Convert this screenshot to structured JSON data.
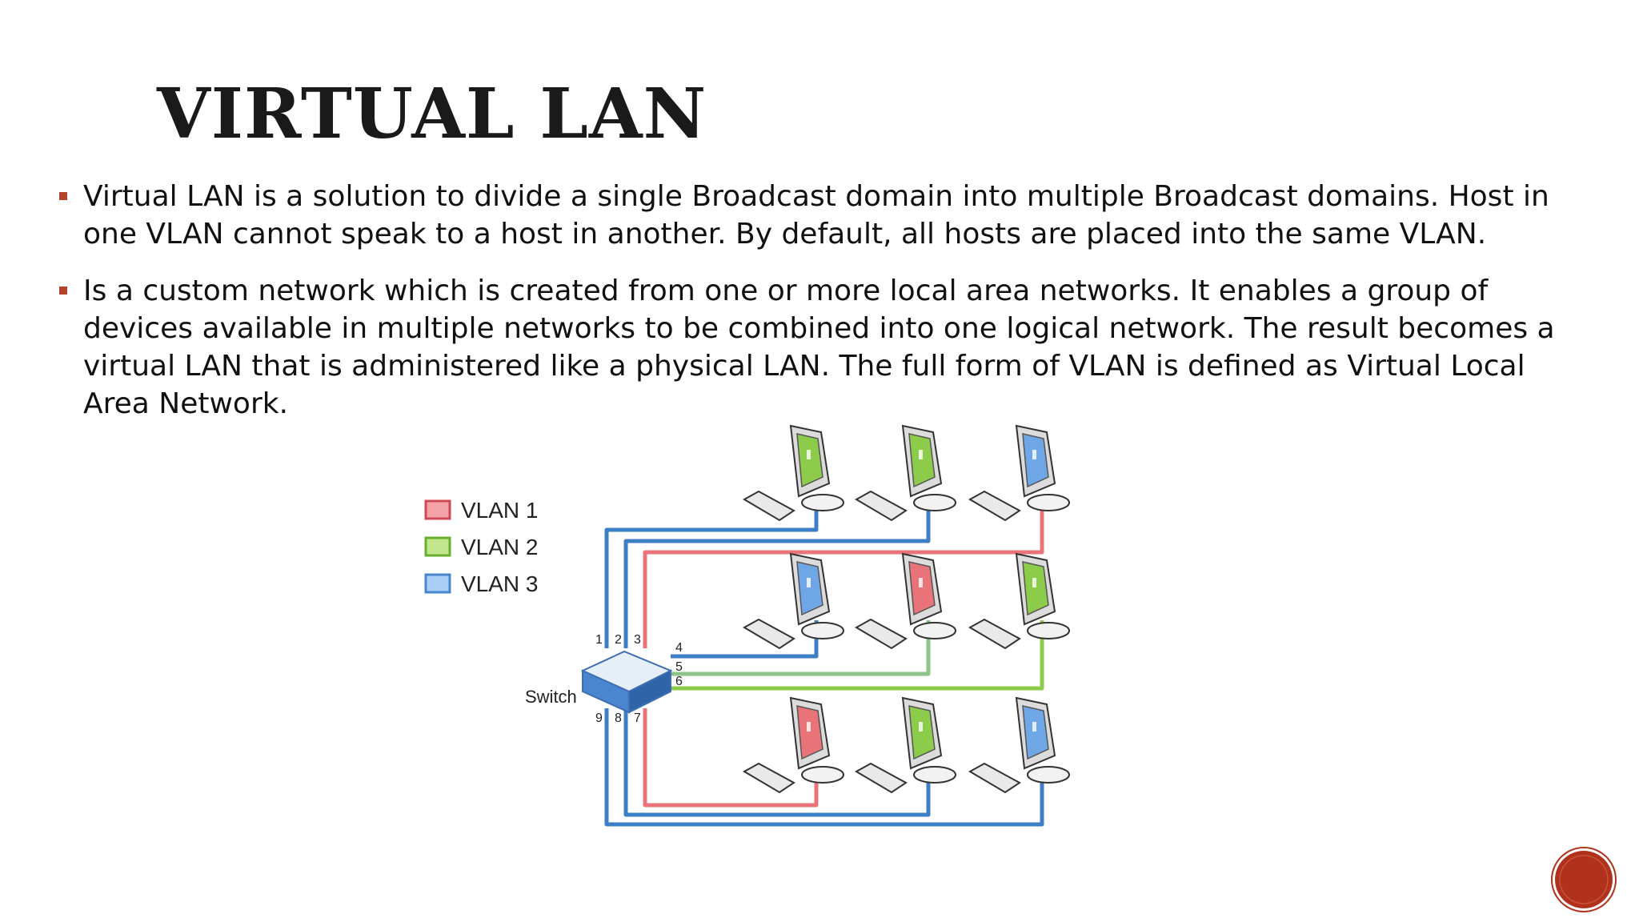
{
  "slide": {
    "title": "VIRTUAL LAN",
    "bullets": [
      "Virtual LAN is a solution to divide a single Broadcast domain into multiple Broadcast domains. Host in one VLAN cannot speak to a host in another. By default, all hosts are placed into the same VLAN.",
      "Is a custom network which is created from one or more local area networks. It enables a group of devices available in multiple networks to be combined into one logical network. The result becomes a virtual LAN that is administered like a physical LAN. The full form of VLAN is defined as Virtual Local Area Network."
    ],
    "accent_color": "#b5432b"
  },
  "diagram": {
    "legend": [
      {
        "label": "VLAN 1",
        "color": "#e8747a"
      },
      {
        "label": "VLAN 2",
        "color": "#8ccc4a"
      },
      {
        "label": "VLAN 3",
        "color": "#6ea6e6"
      }
    ],
    "switch_label": "Switch",
    "port_labels": [
      "1",
      "2",
      "3",
      "4",
      "5",
      "6",
      "7",
      "8",
      "9"
    ],
    "computers": [
      {
        "row": 1,
        "col": 1,
        "vlan": 2
      },
      {
        "row": 1,
        "col": 2,
        "vlan": 2
      },
      {
        "row": 1,
        "col": 3,
        "vlan": 3
      },
      {
        "row": 2,
        "col": 1,
        "vlan": 3
      },
      {
        "row": 2,
        "col": 2,
        "vlan": 1
      },
      {
        "row": 2,
        "col": 3,
        "vlan": 2
      },
      {
        "row": 3,
        "col": 1,
        "vlan": 1
      },
      {
        "row": 3,
        "col": 2,
        "vlan": 2
      },
      {
        "row": 3,
        "col": 3,
        "vlan": 3
      }
    ]
  },
  "nav": {
    "button_icon": "next-slide-icon",
    "color": "#b0321c"
  }
}
